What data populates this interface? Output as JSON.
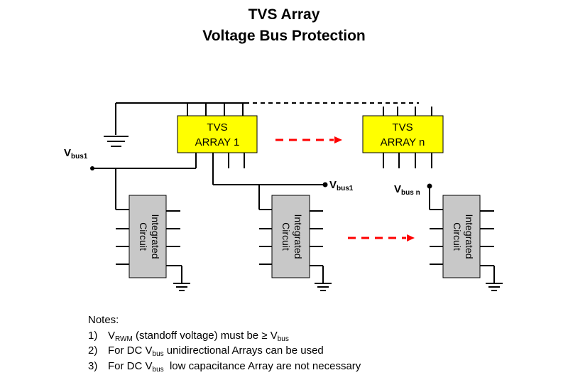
{
  "title": {
    "line1": "TVS Array",
    "line2": "Voltage Bus Protection"
  },
  "tvs_array_1": {
    "line1": "TVS",
    "line2": "ARRAY 1"
  },
  "tvs_array_n": {
    "line1": "TVS",
    "line2": "ARRAY n"
  },
  "integrated_circuit": {
    "line1": "Integrated",
    "line2": "Circuit"
  },
  "labels": {
    "vbus1_left": {
      "main": "V",
      "sub": "bus1"
    },
    "vbus1_mid": {
      "main": "V",
      "sub": "bus1"
    },
    "vbus_n": {
      "main": "V",
      "sub": "bus n"
    }
  },
  "notes": {
    "heading": "Notes:",
    "items": [
      {
        "num": "1)",
        "parts": [
          "V",
          "RWM",
          " (standoff voltage) must be ",
          "≥",
          " V",
          "bus",
          ""
        ]
      },
      {
        "num": "2)",
        "parts": [
          "For DC V",
          "bus",
          " unidirectional Arrays can be used"
        ]
      },
      {
        "num": "3)",
        "parts": [
          "For DC V",
          "bus",
          "  low capacitance Array are not necessary"
        ]
      }
    ]
  },
  "colors": {
    "tvs_fill": "#ffff00",
    "ic_fill": "#c8c8c8",
    "arrow": "#ff0000",
    "line": "#000000"
  }
}
